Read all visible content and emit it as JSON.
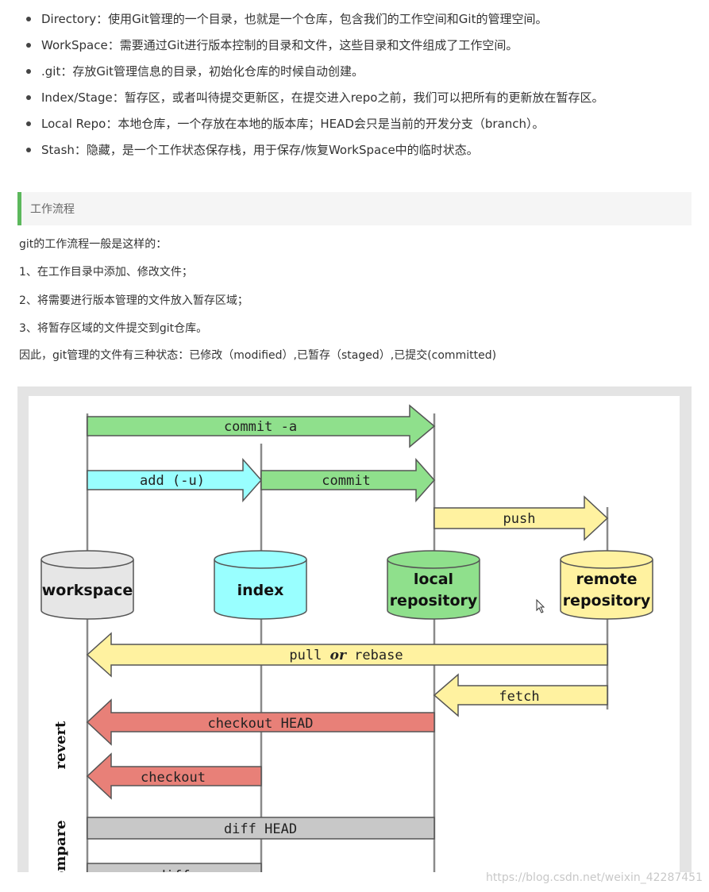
{
  "definitions": [
    "Directory：使用Git管理的一个目录，也就是一个仓库，包含我们的工作空间和Git的管理空间。",
    "WorkSpace：需要通过Git进行版本控制的目录和文件，这些目录和文件组成了工作空间。",
    ".git：存放Git管理信息的目录，初始化仓库的时候自动创建。",
    "Index/Stage：暂存区，或者叫待提交更新区，在提交进入repo之前，我们可以把所有的更新放在暂存区。",
    "Local Repo：本地仓库，一个存放在本地的版本库；HEAD会只是当前的开发分支（branch）。",
    "Stash：隐藏，是一个工作状态保存栈，用于保存/恢复WorkSpace中的临时状态。"
  ],
  "section_title": "工作流程",
  "intro": "git的工作流程一般是这样的：",
  "steps": [
    "1、在工作目录中添加、修改文件；",
    "2、将需要进行版本管理的文件放入暂存区域；",
    "3、将暂存区域的文件提交到git仓库。"
  ],
  "summary": "因此，git管理的文件有三种状态：已修改（modified）,已暂存（staged）,已提交(committed)",
  "diagram": {
    "stores": {
      "workspace": "workspace",
      "index": "index",
      "local_line1": "local",
      "local_line2": "repository",
      "remote_line1": "remote",
      "remote_line2": "repository"
    },
    "arrows": {
      "commit_a": "commit -a",
      "add": "add (-u)",
      "commit": "commit",
      "push": "push",
      "pull_prefix": "pull ",
      "pull_or": "or",
      "pull_suffix": " rebase",
      "fetch": "fetch",
      "checkout_head": "checkout HEAD",
      "checkout": "checkout",
      "diff_head": "diff HEAD",
      "diff": "diff"
    },
    "side_labels": {
      "revert": "revert",
      "compare": "compare"
    },
    "colors": {
      "green": "#8fe08c",
      "cyan": "#99ffff",
      "yellow": "#fff2a0",
      "red": "#e88078",
      "gray": "#c8c8c8",
      "workspace_can": "#e6e6e6",
      "index_can": "#99ffff",
      "local_can": "#8fe08c",
      "remote_can": "#fff2a0"
    }
  },
  "watermark": "https://blog.csdn.net/weixin_42287451"
}
